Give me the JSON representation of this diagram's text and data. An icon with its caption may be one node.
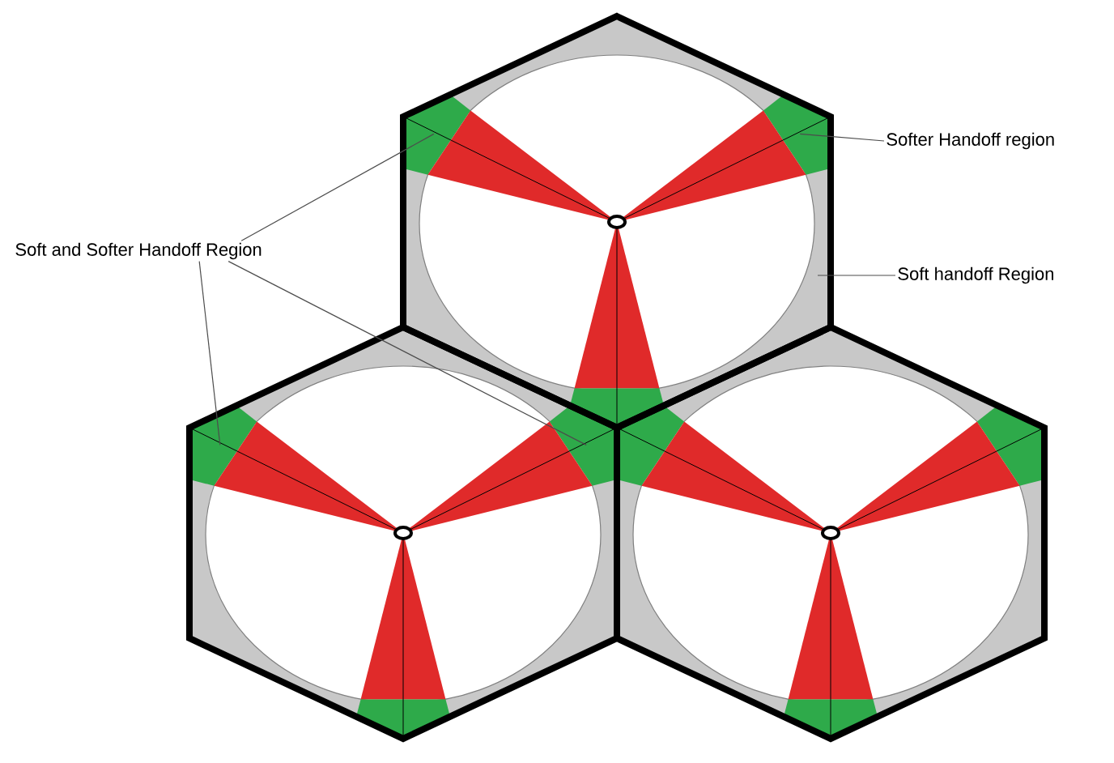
{
  "diagram": {
    "nodes": [
      {
        "text": [
          "Softer Handoff region"
        ]
      },
      {
        "text": [
          "Soft handoff Region"
        ]
      },
      {
        "text": [
          "Soft and Softer Handoff Region"
        ]
      },
      {
        "text": [],
        "shape": "box"
      },
      {
        "text": [],
        "shape": "box"
      },
      {
        "text": [],
        "shape": "box"
      },
      {
        "text": [],
        "shape": "box"
      },
      {
        "text": [],
        "shape": "box"
      },
      {
        "text": [],
        "shape": "box"
      },
      {
        "text": [],
        "shape": "box"
      },
      {
        "text": [],
        "shape": "box"
      },
      {
        "text": [],
        "shape": "box"
      }
    ],
    "edges": [
      {
        "from": 0,
        "to": 4,
        "arrow": "none"
      },
      {
        "from": 1,
        "to": null,
        "arrow": "none"
      },
      {
        "from": 2,
        "to": 3,
        "arrow": "none"
      },
      {
        "from": 2,
        "to": 5,
        "arrow": "none"
      },
      {
        "from": 2,
        "to": 6,
        "arrow": "none"
      }
    ]
  }
}
